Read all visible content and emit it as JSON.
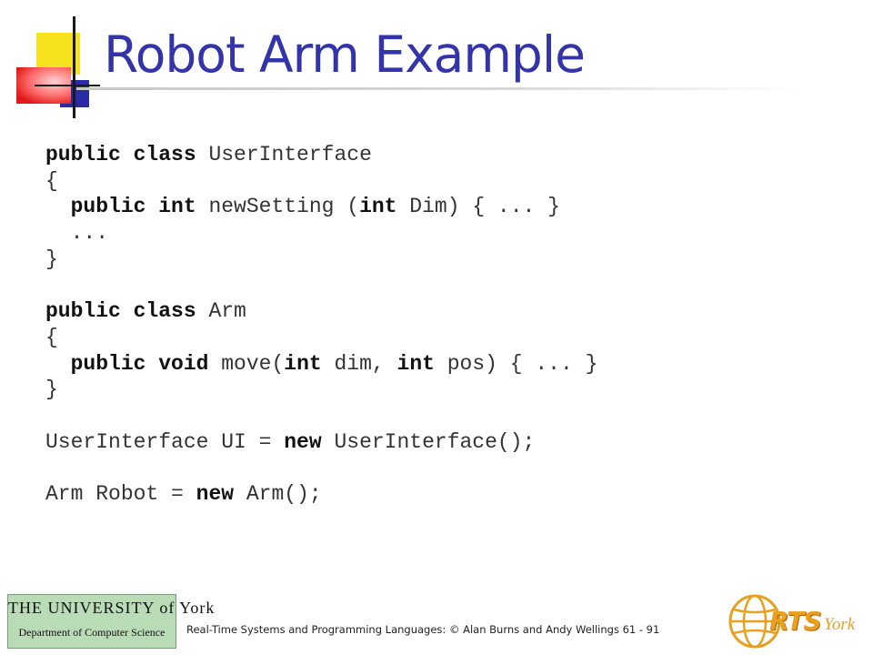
{
  "slide": {
    "title": "Robot Arm Example"
  },
  "code": {
    "lines": [
      [
        {
          "t": "public class",
          "kw": true
        },
        {
          "t": " UserInterface"
        }
      ],
      [
        {
          "t": "{"
        }
      ],
      [
        {
          "t": "  "
        },
        {
          "t": "public int",
          "kw": true
        },
        {
          "t": " newSetting ("
        },
        {
          "t": "int",
          "kw": true
        },
        {
          "t": " Dim) { ... }"
        }
      ],
      [
        {
          "t": "  ..."
        }
      ],
      [
        {
          "t": "}"
        }
      ],
      [],
      [
        {
          "t": "public class",
          "kw": true
        },
        {
          "t": " Arm"
        }
      ],
      [
        {
          "t": "{"
        }
      ],
      [
        {
          "t": "  "
        },
        {
          "t": "public void",
          "kw": true
        },
        {
          "t": " move("
        },
        {
          "t": "int",
          "kw": true
        },
        {
          "t": " dim, "
        },
        {
          "t": "int",
          "kw": true
        },
        {
          "t": " pos) { ... }"
        }
      ],
      [
        {
          "t": "}"
        }
      ],
      [],
      [
        {
          "t": "UserInterface UI = "
        },
        {
          "t": "new",
          "kw": true
        },
        {
          "t": " UserInterface();"
        }
      ],
      [],
      [
        {
          "t": "Arm Robot = "
        },
        {
          "t": "new",
          "kw": true
        },
        {
          "t": " Arm();"
        }
      ]
    ]
  },
  "footer": {
    "university_name": "THE UNIVERSITY of York",
    "department": "Department of Computer Science",
    "caption": "Real-Time Systems and Programming Languages: © Alan Burns and Andy Wellings 61 - 91",
    "logo_rts": "RTS",
    "logo_york": "York"
  },
  "colors": {
    "title": "#3333aa",
    "accent_yellow": "#f6e21f",
    "accent_red": "#e01818",
    "accent_blue": "#2b2ba6",
    "logo_panel": "#b9dbb6",
    "rts_orange": "#e8a020"
  },
  "icons": {
    "rts_logo": "globe-icon"
  }
}
